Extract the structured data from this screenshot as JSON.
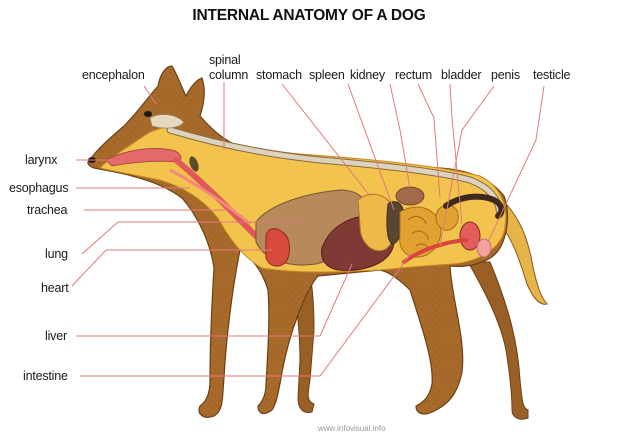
{
  "title": "INTERNAL ANATOMY OF A DOG",
  "labels": {
    "encephalon": "encephalon",
    "spinal_column_line1": "spinal",
    "spinal_column_line2": "column",
    "stomach": "stomach",
    "spleen": "spleen",
    "kidney": "kidney",
    "rectum": "rectum",
    "bladder": "bladder",
    "penis": "penis",
    "testicle": "testicle",
    "larynx": "larynx",
    "esophagus": "esophagus",
    "trachea": "trachea",
    "lung": "lung",
    "heart": "heart",
    "liver": "liver",
    "intestine": "intestine"
  },
  "footer": "www.infovisual.info",
  "colors": {
    "fur": "#a86a2a",
    "fur_dark": "#7a4a1a",
    "body_cavity": "#f3c44d",
    "spine": "#d9cdb8",
    "leader_line": "#e07a7a",
    "stomach": "#b58a52",
    "liver": "#7d3a35",
    "lung": "#c9a08a",
    "heart": "#d8443a",
    "spleen": "#e3b340",
    "intestine": "#e0a030",
    "kidney": "#9a5a3a",
    "trachea": "#e46060"
  }
}
